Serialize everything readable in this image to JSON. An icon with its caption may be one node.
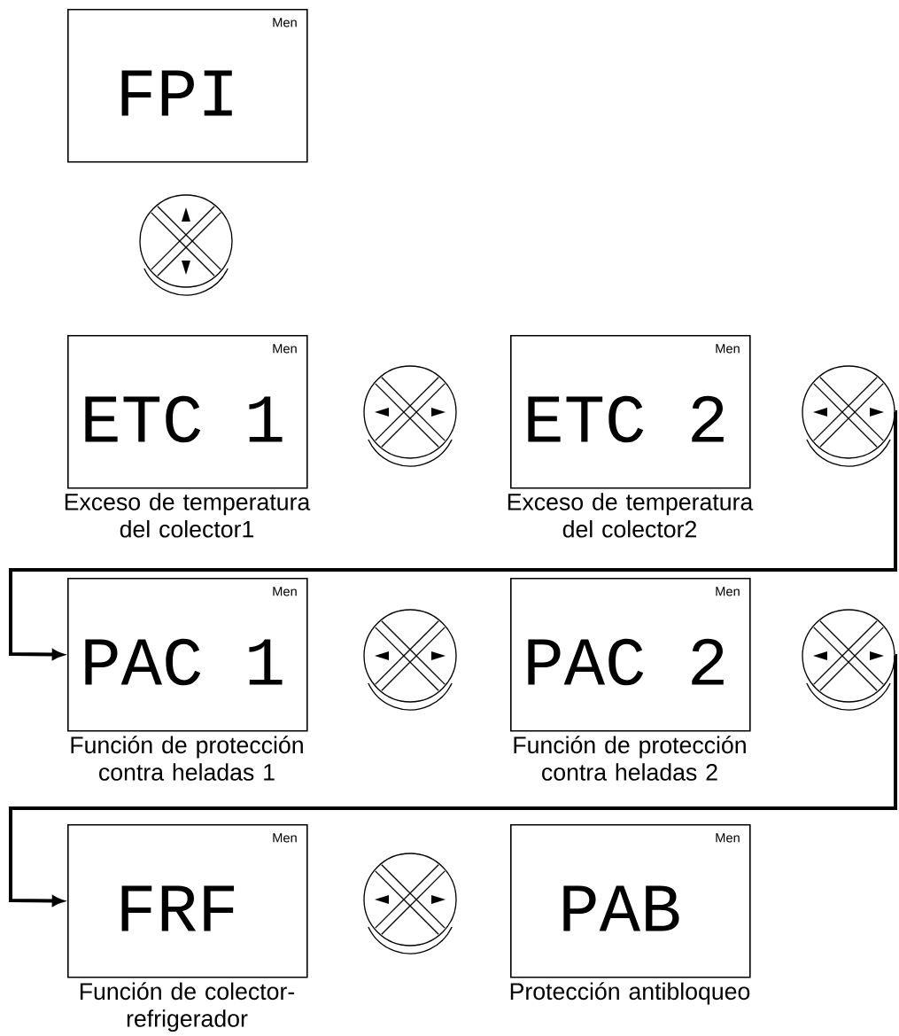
{
  "diagram": {
    "nodes": [
      {
        "text": [
          "Men",
          "FPI"
        ]
      },
      {
        "text": [],
        "shape": "picture"
      },
      {
        "text": [
          "Men",
          "ETC 1"
        ],
        "beside": [
          "Exceso de temperatura del colector1"
        ]
      },
      {
        "text": [],
        "shape": "picture"
      },
      {
        "text": [
          "Men",
          "ETC 2"
        ],
        "beside": [
          "Exceso de temperatura del colector2"
        ]
      },
      {
        "text": [],
        "shape": "picture"
      },
      {
        "text": [
          "Men",
          "PAC 1"
        ],
        "beside": [
          "Función de protección contra heladas 1"
        ]
      },
      {
        "text": [],
        "shape": "picture"
      },
      {
        "text": [
          "Men",
          "PAC 2"
        ],
        "beside": [
          "Función de protección contra heladas 2"
        ]
      },
      {
        "text": [],
        "shape": "picture"
      },
      {
        "text": [
          "Men",
          "FRF"
        ],
        "beside": [
          "Función de colector- refrigerador"
        ]
      },
      {
        "text": [],
        "shape": "picture"
      },
      {
        "text": [
          "Men",
          "PAB"
        ],
        "beside": [
          "Protección antibloqueo"
        ]
      }
    ],
    "edges": [
      {
        "from": 5,
        "to": 6,
        "arrow": "to"
      },
      {
        "from": 9,
        "to": 10,
        "arrow": "to"
      }
    ]
  }
}
